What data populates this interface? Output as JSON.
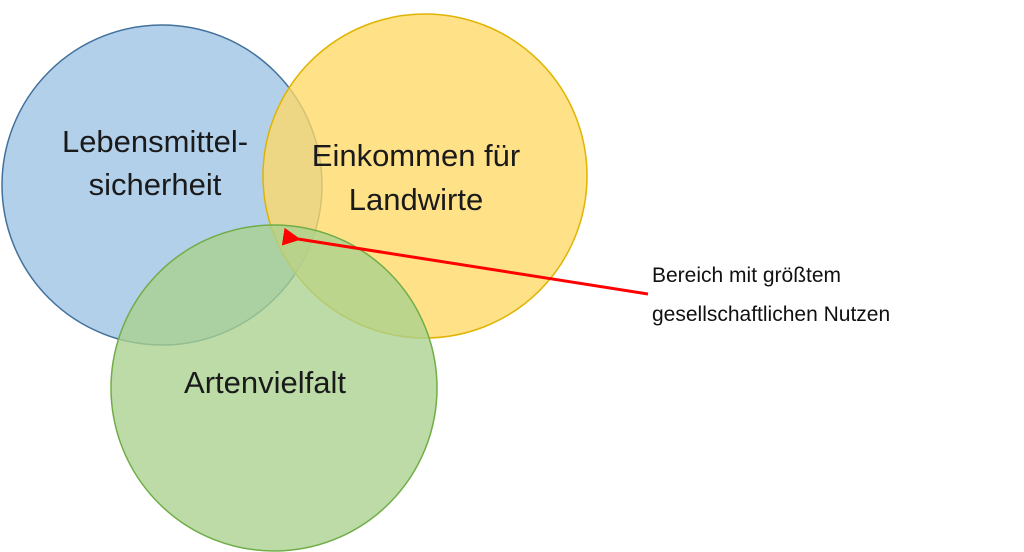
{
  "circles": {
    "food": {
      "line1": "Lebensmittel-",
      "line2": "sicherheit",
      "fill": "#9dc3e6",
      "stroke": "#41719c"
    },
    "income": {
      "line1": "Einkommen für",
      "line2": "Landwirte",
      "fill": "#ffd966",
      "stroke": "#e0b400"
    },
    "biodiversity": {
      "line1": "Artenvielfalt",
      "fill": "#a9d18e",
      "stroke": "#70ad47"
    }
  },
  "annotation": {
    "line1": "Bereich mit größtem",
    "line2": "gesellschaftlichen Nutzen",
    "arrow_color": "#ff0000"
  }
}
